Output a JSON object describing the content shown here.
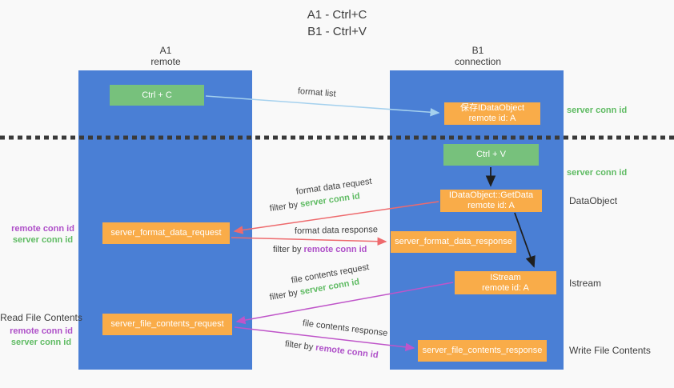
{
  "title": {
    "line1": "A1 - Ctrl+C",
    "line2": "B1 - Ctrl+V"
  },
  "lifelines": {
    "a1": {
      "name": "A1",
      "role": "remote"
    },
    "b1": {
      "name": "B1",
      "role": "connection"
    }
  },
  "nodes": {
    "ctrl_c": "Ctrl + C",
    "ctrl_v": "Ctrl + V",
    "save_dataobject": {
      "line1": "保存IDataObject",
      "line2": "remote id: A"
    },
    "getdata": {
      "line1": "IDataObject::GetData",
      "line2": "remote id: A"
    },
    "istream": {
      "line1": "IStream",
      "line2": "remote id: A"
    },
    "format_request": "server_format_data_request",
    "format_response": "server_format_data_response",
    "file_request": "server_file_contents_request",
    "file_response": "server_file_contents_response"
  },
  "flow_labels": {
    "format_list": "format list",
    "format_data_request": "format data request",
    "format_data_response": "format data response",
    "file_contents_request": "file contents request",
    "file_contents_response": "file contents response",
    "filter_by": "filter by"
  },
  "side_labels": {
    "server_conn_id": "server conn id",
    "remote_conn_id": "remote conn id",
    "dataobject": "DataObject",
    "istream": "Istream",
    "read_file_contents": "Read File Contents",
    "write_file_contents": "Write File Contents"
  },
  "colors": {
    "background": "#f9f9f9",
    "column_blue": "#4a7fd5",
    "box_green": "#77c17c",
    "box_orange": "#f9ac49",
    "arrow_lightblue": "#a5d1ee",
    "arrow_red": "#ee6a6d",
    "arrow_magenta": "#bf55c9",
    "arrow_black": "#1f1f1f",
    "text_green": "#5fbb63",
    "text_purple": "#ae4fc8",
    "text_dark": "#3c3c3c"
  }
}
